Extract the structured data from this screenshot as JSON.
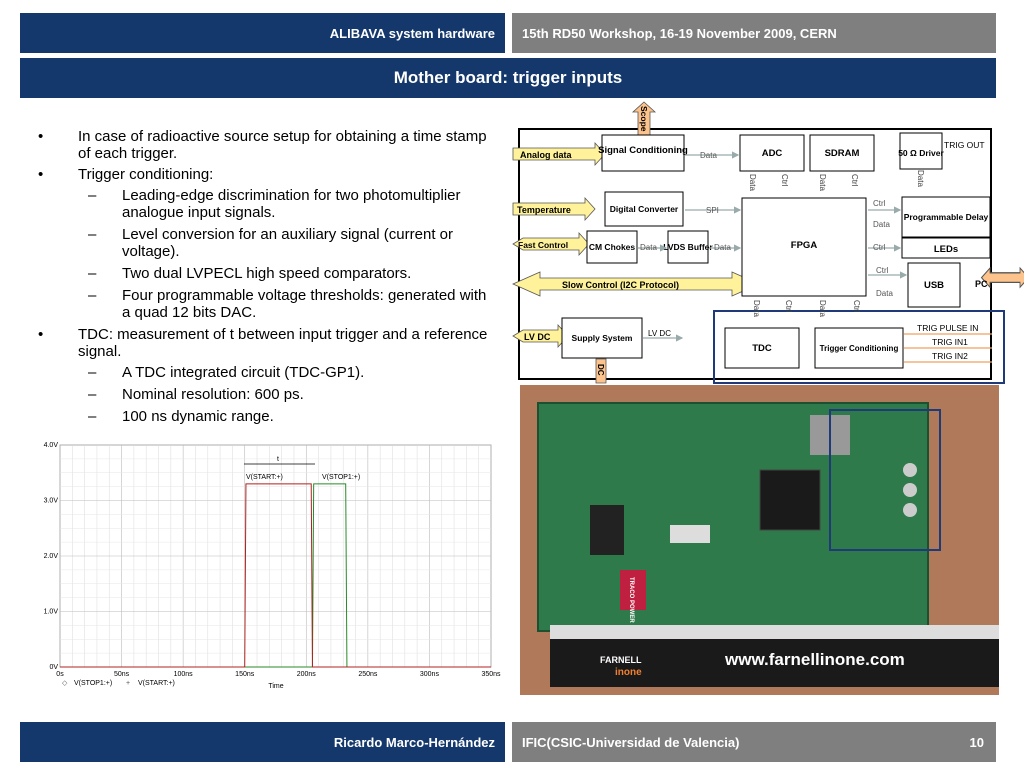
{
  "header": {
    "left": "ALIBAVA system hardware",
    "right": "15th RD50 Workshop, 16-19 November 2009, CERN"
  },
  "title": "Mother board: trigger inputs",
  "bullets": [
    {
      "marker": "•",
      "text": "In case of radioactive source setup for obtaining a time stamp of each trigger.",
      "sub": []
    },
    {
      "marker": "•",
      "text": "Trigger conditioning:",
      "sub": [
        "Leading-edge discrimination for two photomultiplier analogue input signals.",
        "Level conversion for an auxiliary signal (current or voltage).",
        "Two dual LVPECL high speed comparators.",
        "Four programmable voltage thresholds: generated with a quad 12 bits DAC."
      ]
    },
    {
      "marker": "•",
      "text": "TDC: measurement of t between input trigger and a reference signal.",
      "sub": [
        "A TDC integrated circuit (TDC-GP1).",
        "Nominal resolution: 600 ps.",
        "100 ns dynamic range."
      ]
    }
  ],
  "sub_marker": "–",
  "chart_data": {
    "type": "line",
    "x_ticks": [
      "0s",
      "50ns",
      "100ns",
      "150ns",
      "200ns",
      "250ns",
      "300ns",
      "350ns"
    ],
    "y_ticks": [
      "0V",
      "1.0V",
      "2.0V",
      "3.0V",
      "4.0V"
    ],
    "xlim": [
      0,
      350
    ],
    "ylim": [
      0,
      4
    ],
    "xlabel": "Time",
    "series": [
      {
        "name": "V(STOP1:+)",
        "color": "#2a8a2a",
        "x": [
          0,
          205,
          206,
          232,
          233,
          350
        ],
        "y": [
          0,
          0,
          3.3,
          3.3,
          0,
          0
        ]
      },
      {
        "name": "V(START:+)",
        "color": "#b02020",
        "x": [
          0,
          150,
          151,
          204,
          205,
          350
        ],
        "y": [
          0,
          0,
          3.3,
          3.3,
          0,
          0
        ]
      }
    ],
    "annotations": {
      "start_label": "V(START:+)",
      "stop_label": "V(STOP1:+)",
      "interval_label": "t"
    },
    "legend_markers": [
      "◇",
      "+"
    ]
  },
  "diagram": {
    "blocks": {
      "signal_cond": "Signal Conditioning",
      "adc": "ADC",
      "sdram": "SDRAM",
      "driver": "50 Ω Driver",
      "digital_conv": "Digital Converter",
      "fpga": "FPGA",
      "prog_delay": "Programmable Delay",
      "cm_chokes": "CM Chokes",
      "lvds": "LVDS Buffer",
      "leds": "LEDs",
      "usb": "USB",
      "supply": "Supply System",
      "tdc": "TDC",
      "trig_cond": "Trigger Conditioning"
    },
    "arrows": {
      "analog_data": "Analog data",
      "temperature": "Temperature",
      "fast_control": "Fast Control",
      "slow_control": "Slow Control (I2C Protocol)",
      "lv_dc": "LV DC",
      "pc": "PC",
      "scope": "Scope",
      "dc": "DC"
    },
    "links": {
      "data": "Data",
      "ctrl": "Ctrl",
      "spi": "SPI",
      "lv_dc": "LV DC"
    },
    "ext": {
      "trig_out": "TRIG OUT",
      "trig_pulse_in": "TRIG PULSE IN",
      "trig_in1": "TRIG IN1",
      "trig_in2": "TRIG IN2"
    },
    "colors": {
      "arrow_fill": "#fff29a",
      "arrow_orange": "#fcc38c",
      "highlight": "#1e3a78"
    }
  },
  "photo": {
    "ruler_text": "www.farnellinone.com",
    "ruler_brand": "FARNELL",
    "ruler_sub": "inone",
    "ic_label": "TRACO POWER"
  },
  "footer": {
    "left": "Ricardo Marco-Hernández",
    "right": "IFIC(CSIC-Universidad de Valencia)",
    "page": "10"
  }
}
